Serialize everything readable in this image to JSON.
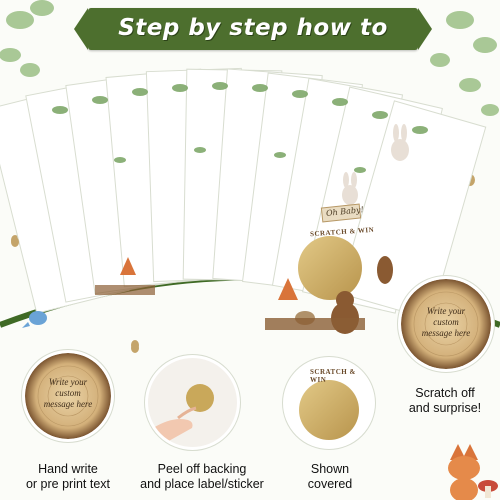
{
  "header": {
    "title": "Step by step how to"
  },
  "card": {
    "sign_text": "Oh Baby!",
    "scratch_label": "SCRATCH & WIN"
  },
  "steps": [
    {
      "caption_line1": "Hand write",
      "caption_line2": "or pre print text",
      "circle_text": "Write your custom message here"
    },
    {
      "caption_line1": "Peel off backing",
      "caption_line2": "and place label/sticker"
    },
    {
      "caption_line1": "Shown",
      "caption_line2": "covered",
      "circle_label": "SCRATCH & WIN"
    },
    {
      "caption_line1": "Scratch off",
      "caption_line2": "and surprise!",
      "circle_text": "Write your custom message here"
    }
  ],
  "colors": {
    "banner": "#4d6f2e",
    "arc": "#3f6a25",
    "leaf": "#7fa86a",
    "wood": "#c9a66b",
    "gold": "#c9a85a"
  },
  "icons": [
    "eucalyptus-leaf-icon",
    "bunny-icon",
    "fox-icon",
    "bear-icon",
    "hedgehog-icon",
    "bird-icon",
    "acorn-icon",
    "mushroom-icon"
  ]
}
